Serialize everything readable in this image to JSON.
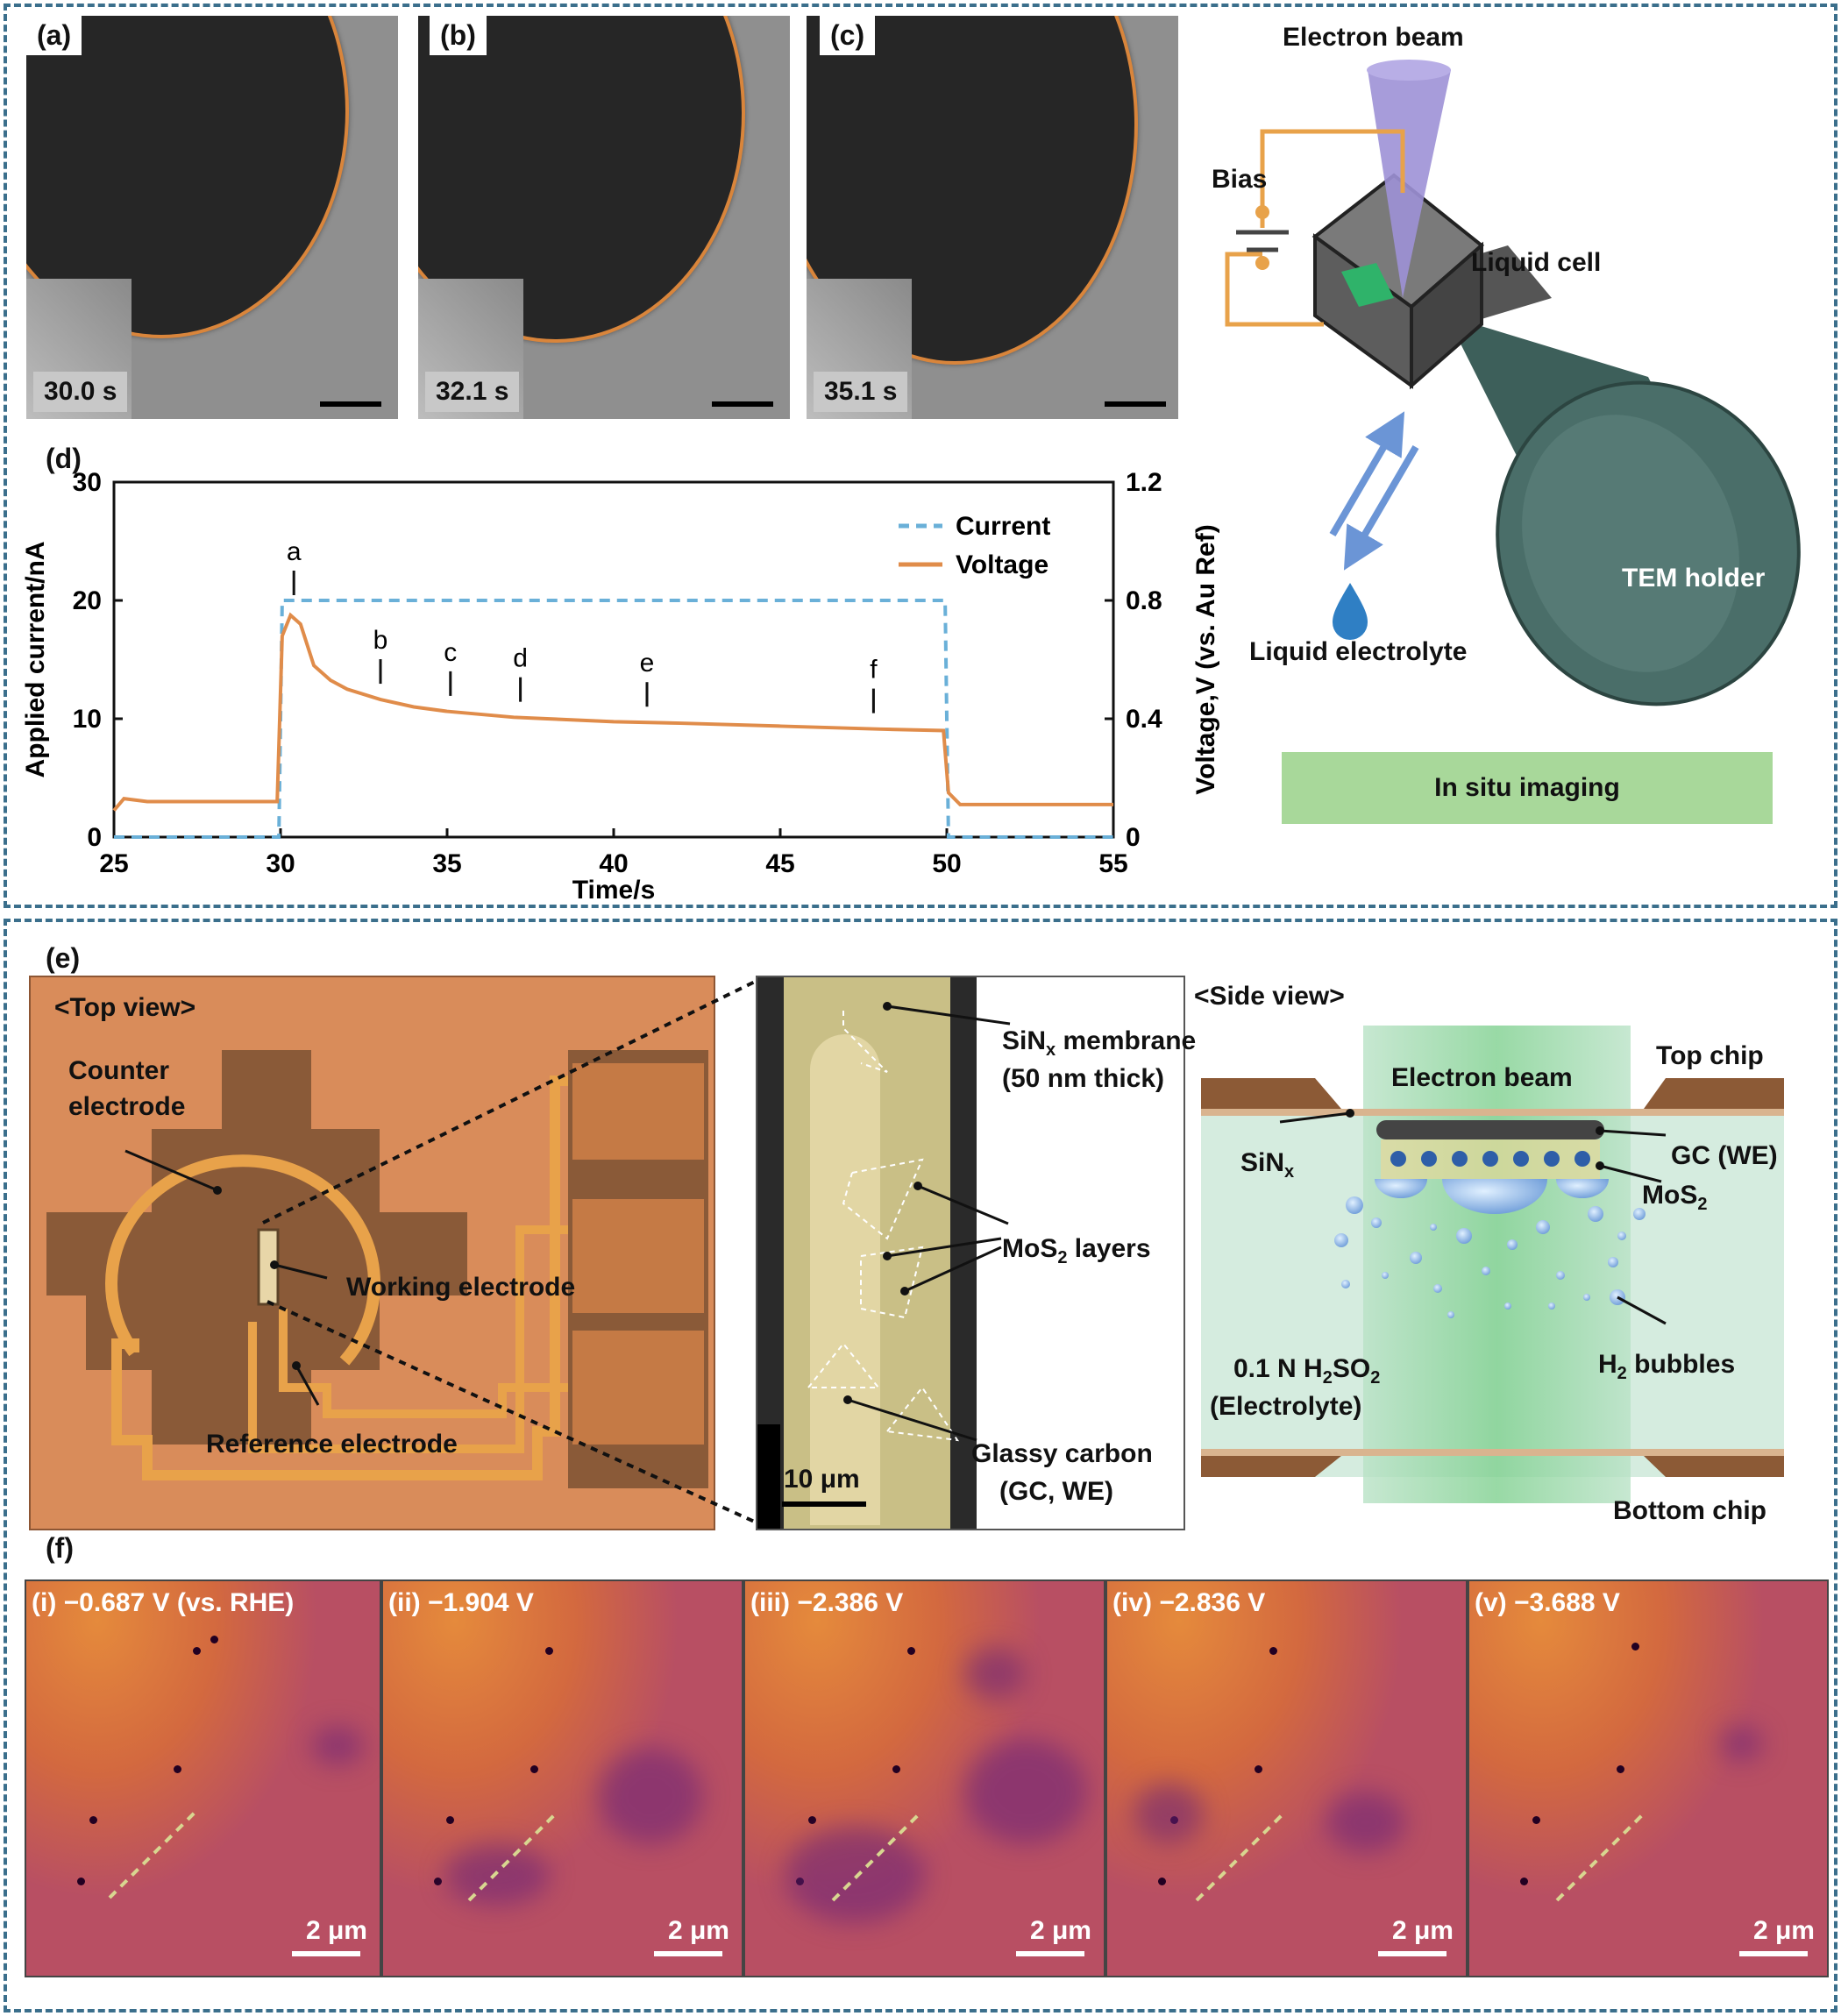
{
  "panel_labels": {
    "a": "(a)",
    "b": "(b)",
    "c": "(c)",
    "d": "(d)",
    "e": "(e)",
    "f": "(f)"
  },
  "tem_frames": [
    {
      "label": "(a)",
      "time": "30.0 s"
    },
    {
      "label": "(b)",
      "time": "32.1 s"
    },
    {
      "label": "(c)",
      "time": "35.1 s"
    }
  ],
  "setup": {
    "electron_beam": "Electron beam",
    "bias": "Bias",
    "liquid_cell": "Liquid cell",
    "tem_holder": "TEM holder",
    "liquid_electrolyte": "Liquid electrolyte",
    "in_situ": "In situ imaging"
  },
  "colors": {
    "current": "#6ab0d8",
    "voltage": "#e08c4a",
    "frame": "#3b6f8c",
    "in_situ_box": "#a8d89a",
    "electrode": "#e8a24a"
  },
  "chart_data": {
    "type": "line",
    "xlabel": "Time/s",
    "ylabel": "Applied current/nA",
    "y2label": "Voltage,V (vs. Au Ref)",
    "xlim": [
      25,
      55
    ],
    "ylim": [
      0,
      30
    ],
    "y2lim": [
      0,
      1.2
    ],
    "xticks": [
      25,
      30,
      35,
      40,
      45,
      50,
      55
    ],
    "yticks": [
      0,
      10,
      20,
      30
    ],
    "y2ticks": [
      0,
      0.4,
      0.8,
      1.2
    ],
    "y2ticklabels": [
      "0",
      "0.4",
      "0.8",
      "1.2"
    ],
    "legend_position": "top-right",
    "series": [
      {
        "name": "Current",
        "axis": "left",
        "style": "dashed",
        "x": [
          25,
          29.95,
          30.05,
          49.95,
          50.05,
          55
        ],
        "y": [
          0,
          0,
          20,
          20,
          0,
          0
        ]
      },
      {
        "name": "Voltage",
        "axis": "right",
        "style": "solid",
        "x": [
          25,
          25.3,
          26,
          29.9,
          30.05,
          30.3,
          30.6,
          31,
          31.5,
          32,
          33,
          34,
          35,
          36,
          37,
          38,
          40,
          42,
          45,
          48,
          49.9,
          50.05,
          50.4,
          52,
          55
        ],
        "y": [
          0.09,
          0.13,
          0.12,
          0.12,
          0.68,
          0.75,
          0.72,
          0.58,
          0.53,
          0.5,
          0.465,
          0.44,
          0.425,
          0.415,
          0.405,
          0.4,
          0.39,
          0.385,
          0.375,
          0.365,
          0.36,
          0.15,
          0.11,
          0.11,
          0.11
        ]
      }
    ],
    "annotations": [
      {
        "text": "a",
        "x": 30.4
      },
      {
        "text": "b",
        "x": 33.0
      },
      {
        "text": "c",
        "x": 35.1
      },
      {
        "text": "d",
        "x": 37.2
      },
      {
        "text": "e",
        "x": 41.0
      },
      {
        "text": "f",
        "x": 47.8
      }
    ]
  },
  "top_view": {
    "title": "<Top view>",
    "counter": [
      "Counter",
      "electrode"
    ],
    "working": "Working electrode",
    "reference": "Reference electrode"
  },
  "zoom": {
    "sinx": "SiN",
    "sinx_sub": "x",
    "sinx_rest": " membrane",
    "thick": "(50 nm thick)",
    "mos2": "MoS",
    "mos2_sub": "2",
    "mos2_rest": " layers",
    "gc1": "Glassy carbon",
    "gc2": "(GC, WE)",
    "scale": "10 μm"
  },
  "side_view": {
    "title": "<Side view>",
    "electron_beam": "Electron beam",
    "top_chip": "Top chip",
    "bottom_chip": "Bottom chip",
    "sinx": "SiN",
    "sinx_sub": "x",
    "gc": "GC (WE)",
    "mos2": "MoS",
    "mos2_sub": "2",
    "electrolyte1a": "0.1 N H",
    "electrolyte1_sub1": "2",
    "electrolyte1b": "SO",
    "electrolyte1_sub2": "2",
    "electrolyte2": "(Electrolyte)",
    "h2a": "H",
    "h2_sub": "2",
    "h2b": " bubbles"
  },
  "f_frames": [
    {
      "caption": "(i) −0.687 V (vs. RHE)",
      "scale": "2 μm"
    },
    {
      "caption": "(ii) −1.904 V",
      "scale": "2 μm"
    },
    {
      "caption": "(iii) −2.386 V",
      "scale": "2 μm"
    },
    {
      "caption": "(iv) −2.836 V",
      "scale": "2 μm"
    },
    {
      "caption": "(v) −3.688 V",
      "scale": "2 μm"
    }
  ]
}
